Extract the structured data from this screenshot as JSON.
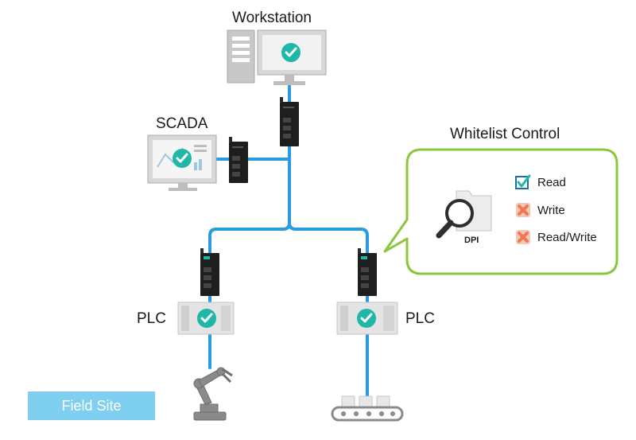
{
  "labels": {
    "workstation": "Workstation",
    "scada": "SCADA",
    "plc_left": "PLC",
    "plc_right": "PLC",
    "whitelist_title": "Whitelist Control",
    "dpi": "DPI",
    "field_site": "Field Site"
  },
  "whitelist": [
    {
      "label": "Read",
      "status": "allowed",
      "icon": "checkbox-check-icon"
    },
    {
      "label": "Write",
      "status": "blocked",
      "icon": "x-mark-icon"
    },
    {
      "label": "Read/Write",
      "status": "blocked",
      "icon": "x-mark-icon"
    }
  ],
  "colors": {
    "network_line": "#2a9be0",
    "check_badge": "#1fb7a8",
    "callout_border": "#8cc63f",
    "blocked": "#f07850",
    "field_site_bg": "#7fd0f0"
  }
}
